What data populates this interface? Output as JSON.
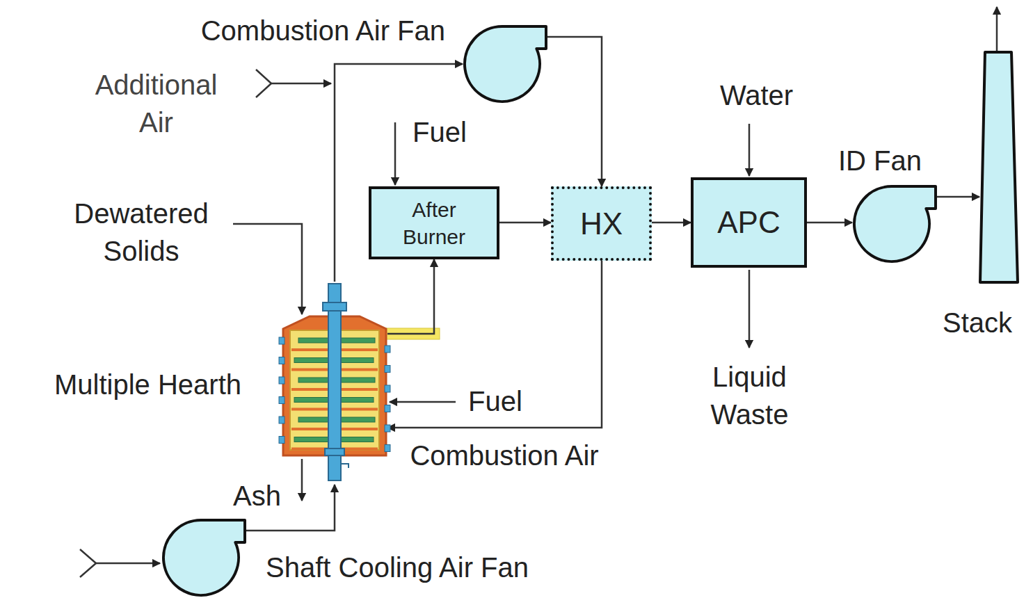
{
  "diagram": {
    "nodes": [
      {
        "text": [
          "Combustion Air Fan"
        ]
      },
      {
        "text": [
          "After Burner"
        ]
      },
      {
        "text": [
          "HX"
        ]
      },
      {
        "text": [
          "APC"
        ]
      },
      {
        "text": [
          "ID Fan"
        ]
      },
      {
        "text": [
          "Stack"
        ]
      },
      {
        "text": [
          "Multiple Hearth"
        ]
      },
      {
        "text": [
          "Shaft Cooling Air Fan"
        ]
      }
    ],
    "edges": [
      {
        "from": 6,
        "to": 1,
        "arrow": "to"
      },
      {
        "from": 1,
        "to": 2,
        "arrow": "to"
      },
      {
        "from": 2,
        "to": 3,
        "arrow": "to"
      },
      {
        "from": 3,
        "to": 4,
        "arrow": "to"
      },
      {
        "from": 4,
        "to": 5,
        "arrow": "to"
      },
      {
        "from": 0,
        "to": 2,
        "arrow": "to"
      },
      {
        "from": 2,
        "to": 6,
        "label": "Combustion Air",
        "arrow": "to"
      },
      {
        "from": 7,
        "to": 6,
        "arrow": "to"
      },
      {
        "from": 6,
        "to": 0,
        "arrow": "to"
      }
    ],
    "labels": [
      "Additional Air",
      "Fuel",
      "Dewatered Solids",
      "Fuel",
      "Water",
      "Liquid Waste",
      "Ash"
    ]
  }
}
